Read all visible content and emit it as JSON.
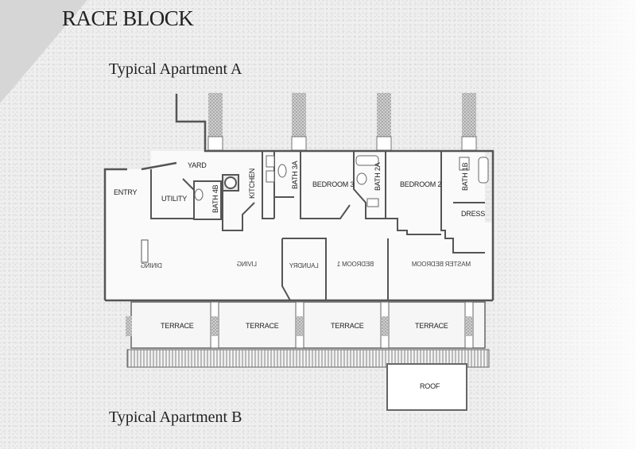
{
  "document": {
    "block_title": "RACE BLOCK",
    "apartment_a_title": "Typical Apartment A",
    "apartment_b_title": "Typical Apartment B"
  },
  "floor_plan": {
    "rooms": {
      "yard": "YARD",
      "entry": "ENTRY",
      "utility": "UTILITY",
      "bath_4b": "BATH 4B",
      "kitchen": "KITCHEN",
      "bath_3a": "BATH 3A",
      "bedroom_3": "BEDROOM 3",
      "bath_2a": "BATH 2A",
      "bedroom_2": "BEDROOM 2",
      "bath_1b": "BATH 1B",
      "dress": "DRESS",
      "dining_mirrored": "DINING",
      "living_mirrored": "LIVING",
      "laundry_mirrored": "LAUNDRY",
      "bedroom_1_mirrored": "BEDROOM 1",
      "master_bedroom_mirrored": "MASTER BEDROOM",
      "terrace_1": "TERRACE",
      "terrace_2": "TERRACE",
      "terrace_3": "TERRACE",
      "terrace_4": "TERRACE",
      "roof": "ROOF"
    }
  }
}
